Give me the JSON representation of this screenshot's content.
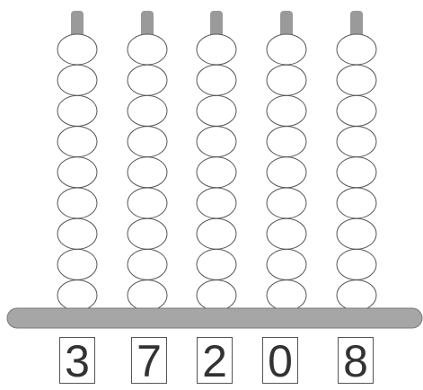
{
  "abacus": {
    "rod_color": "#9a9a9a",
    "bead_fill": "#ffffff",
    "bead_stroke": "#555555",
    "base_fill": "#a6a6a6",
    "base_stroke": "#777777",
    "rods": [
      {
        "beads": 9,
        "digit": "3"
      },
      {
        "beads": 9,
        "digit": "7"
      },
      {
        "beads": 9,
        "digit": "2"
      },
      {
        "beads": 9,
        "digit": "0"
      },
      {
        "beads": 9,
        "digit": "8"
      }
    ]
  }
}
